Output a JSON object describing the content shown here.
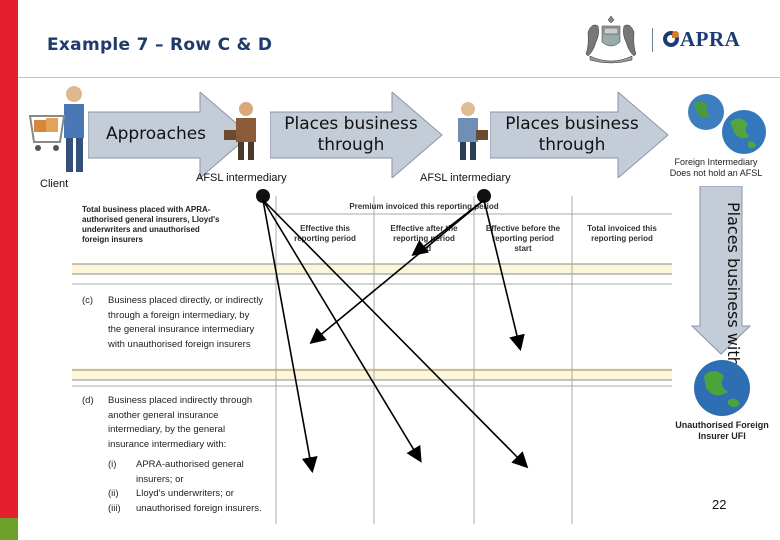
{
  "header": {
    "title": "Example 7 – Row C & D",
    "logo_text": "APRA"
  },
  "flow": {
    "arrow1_label": "Approaches",
    "arrow2_label": "Places business through",
    "arrow3_label": "Places business through",
    "arrow4_label": "Places business with"
  },
  "actors": {
    "client_label": "Client",
    "afsl1_label": "AFSL intermediary",
    "afsl2_label": "AFSL intermediary",
    "foreign_label_line1": "Foreign Intermediary",
    "foreign_label_line2": "Does not hold an AFSL",
    "ufi_label_line1": "Unauthorised Foreign",
    "ufi_label_line2": "Insurer UFI"
  },
  "form": {
    "row_total_text": [
      "Total business placed with APRA-",
      "authorised general insurers, Lloyd's",
      "underwriters and unauthorised",
      "foreign insurers"
    ],
    "premium_header": "Premium invoiced this reporting period",
    "col1": [
      "Effective this",
      "reporting period"
    ],
    "col2": [
      "Effective after the",
      "reporting period",
      "end"
    ],
    "col3": [
      "Effective before the",
      "reporting period",
      "start"
    ],
    "col4": [
      "Total invoiced this",
      "reporting period"
    ],
    "row_c_label": "(c)",
    "row_c_text": [
      "Business placed directly, or indirectly",
      "through a foreign intermediary, by",
      "the general insurance intermediary",
      "with unauthorised foreign insurers"
    ],
    "row_d_label": "(d)",
    "row_d_text": [
      "Business placed indirectly through",
      "another general insurance",
      "intermediary, by the general",
      "insurance intermediary with:"
    ],
    "row_d_i_label": "(i)",
    "row_d_i_text": [
      "APRA-authorised general",
      "insurers; or"
    ],
    "row_d_ii_label": "(ii)",
    "row_d_ii_text": "Lloyd's underwriters; or",
    "row_d_iii_label": "(iii)",
    "row_d_iii_text": "unauthorised foreign insurers."
  },
  "page_number": "22",
  "colors": {
    "left_bar": "#e4202c",
    "arrow_fill": "#c4ccd8",
    "title": "#1f3a6b"
  }
}
